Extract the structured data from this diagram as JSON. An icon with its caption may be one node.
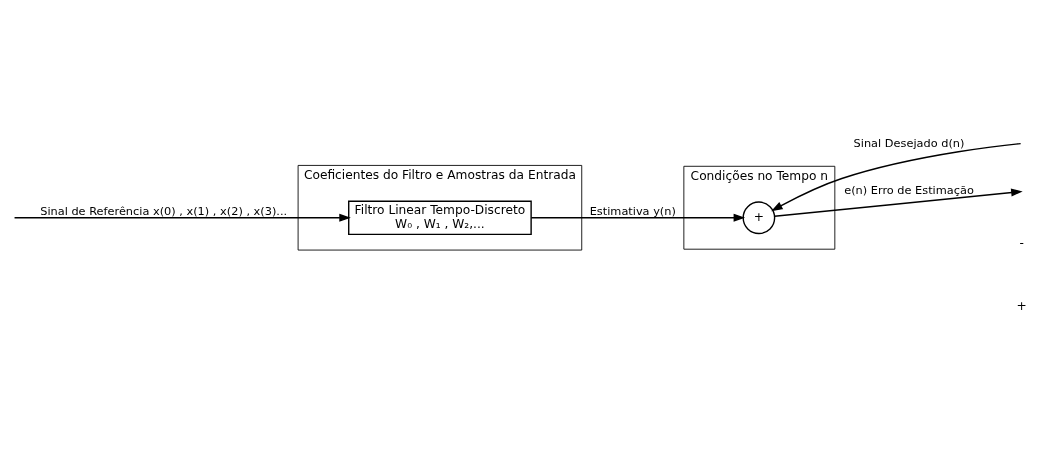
{
  "diagram": {
    "nodes": [
      {
        "text": [
          "Coeficientes do Filtro e Amostras da Entrada"
        ]
      },
      {
        "text": [
          "Filtro Linear Tempo-Discreto",
          "W₀ , W₁ , W₂,..."
        ],
        "in": 0
      },
      {
        "text": [
          "Condições no Tempo n"
        ]
      },
      {
        "text": [
          "+"
        ],
        "in": 2
      }
    ],
    "edges": [
      {
        "from": null,
        "to": 1,
        "arrow": "to",
        "label": "Sinal de Referência x(0) , x(1) , x(2) , x(3)..."
      },
      {
        "from": 1,
        "to": 3,
        "arrow": "to",
        "label": "Estimativa y(n)"
      },
      {
        "from": null,
        "to": 3,
        "arrow": "to",
        "label": "Sinal Desejado d(n)"
      },
      {
        "from": 3,
        "to": null,
        "arrow": "to",
        "label": "e(n) Erro de Estimação"
      }
    ],
    "labels": [
      "-",
      "+"
    ]
  }
}
